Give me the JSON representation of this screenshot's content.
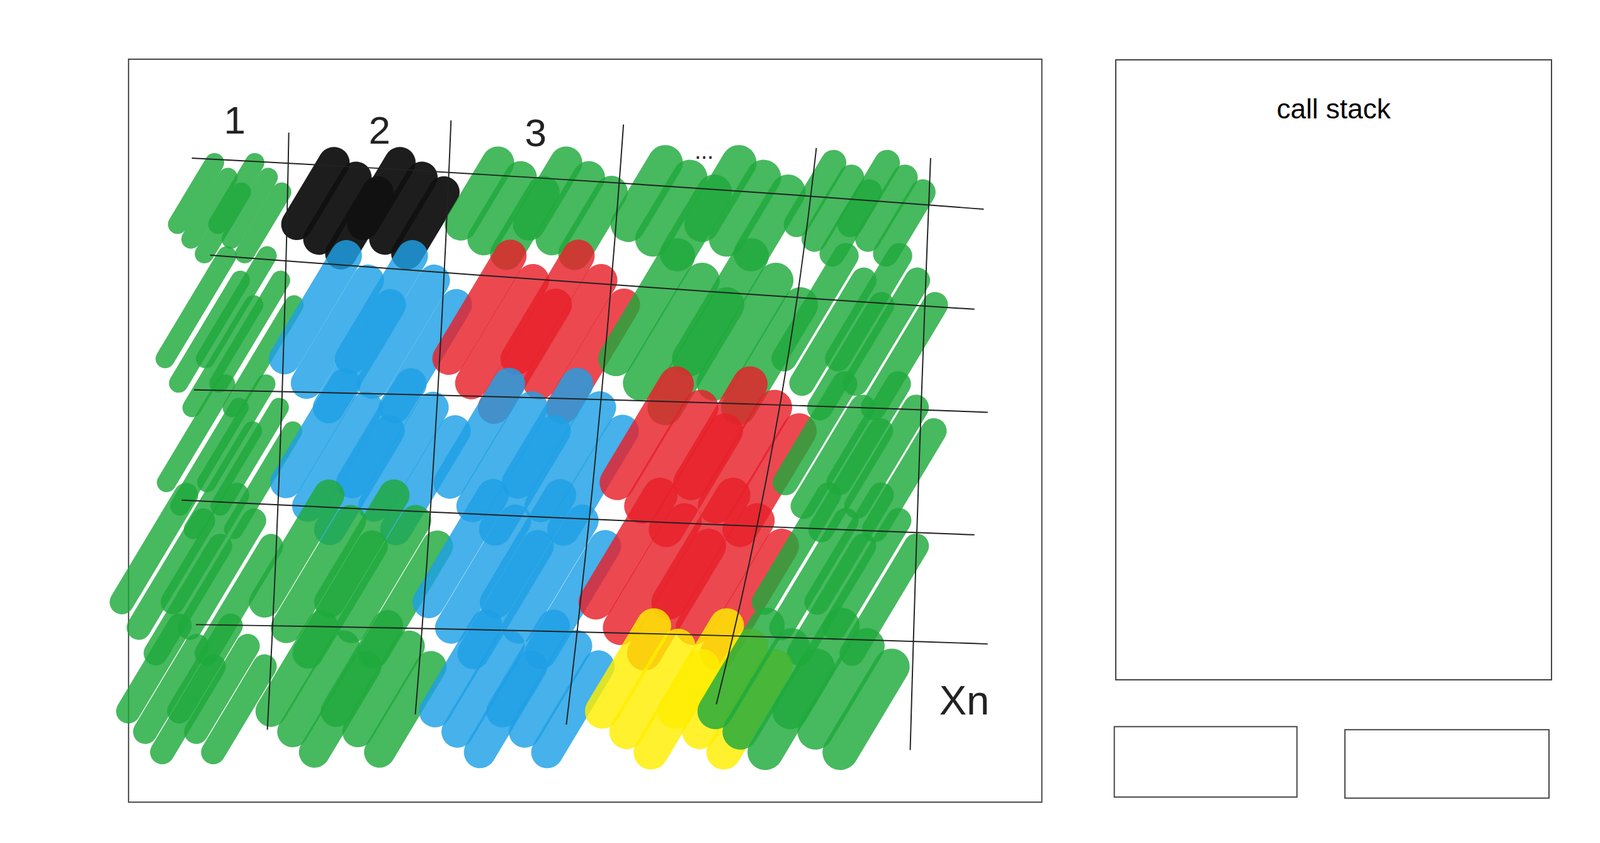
{
  "diagram": {
    "nodes": [
      {
        "text": [
          "call stack"
        ]
      }
    ],
    "labels": [
      "1",
      "2",
      "3",
      "...",
      "Xn"
    ]
  }
}
